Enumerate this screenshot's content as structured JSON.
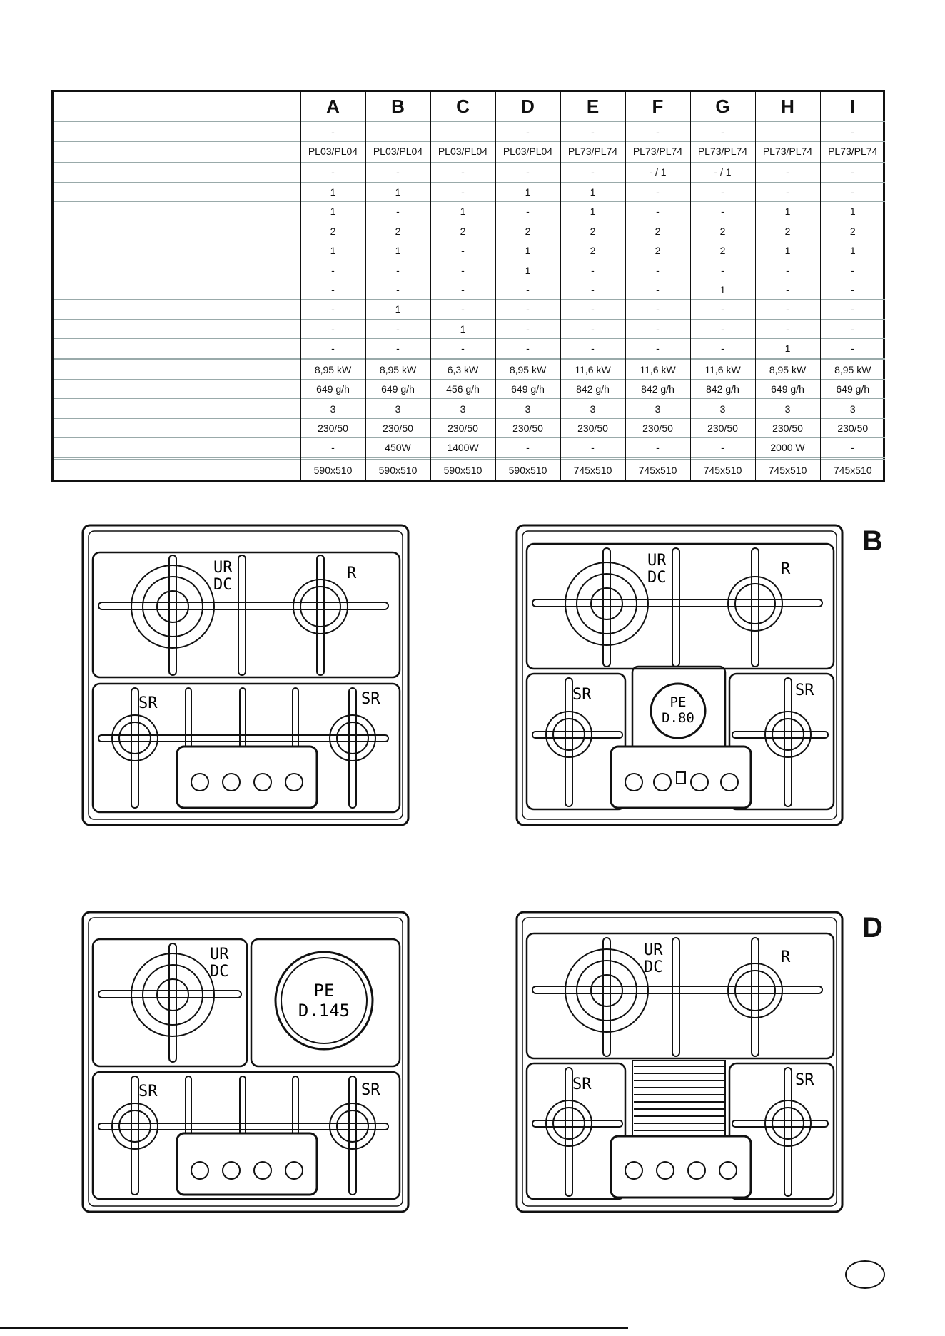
{
  "table": {
    "columns": [
      "A",
      "B",
      "C",
      "D",
      "E",
      "F",
      "G",
      "H",
      "I"
    ],
    "rows": [
      [
        "",
        "",
        "",
        "",
        "",
        "",
        "",
        "",
        ""
      ],
      [
        "-",
        "",
        "",
        "-",
        "-",
        "-",
        "-",
        "",
        "-"
      ],
      [
        "PL03/PL04",
        "PL03/PL04",
        "PL03/PL04",
        "PL03/PL04",
        "PL73/PL74",
        "PL73/PL74",
        "PL73/PL74",
        "PL73/PL74",
        "PL73/PL74"
      ],
      [
        "",
        "",
        "",
        "",
        "",
        "",
        "",
        "",
        ""
      ],
      [
        "-",
        "-",
        "-",
        "-",
        "-",
        "- / 1",
        "- / 1",
        "-",
        "-"
      ],
      [
        "1",
        "1",
        "-",
        "1",
        "1",
        "-",
        "-",
        "-",
        "-"
      ],
      [
        "1",
        "-",
        "1",
        "-",
        "1",
        "-",
        "-",
        "1",
        "1"
      ],
      [
        "2",
        "2",
        "2",
        "2",
        "2",
        "2",
        "2",
        "2",
        "2"
      ],
      [
        "1",
        "1",
        "-",
        "1",
        "2",
        "2",
        "2",
        "1",
        "1"
      ],
      [
        "-",
        "-",
        "-",
        "1",
        "-",
        "-",
        "-",
        "-",
        "-"
      ],
      [
        "-",
        "-",
        "-",
        "-",
        "-",
        "-",
        "1",
        "-",
        "-"
      ],
      [
        "-",
        "1",
        "-",
        "-",
        "-",
        "-",
        "-",
        "-",
        "-"
      ],
      [
        "-",
        "-",
        "1",
        "-",
        "-",
        "-",
        "-",
        "-",
        "-"
      ],
      [
        "-",
        "-",
        "-",
        "-",
        "-",
        "-",
        "-",
        "1",
        "-"
      ],
      [
        "",
        "",
        "",
        "",
        "",
        "",
        "",
        "",
        ""
      ],
      [
        "8,95 kW",
        "8,95 kW",
        "6,3 kW",
        "8,95 kW",
        "11,6 kW",
        "11,6 kW",
        "11,6 kW",
        "8,95 kW",
        "8,95 kW"
      ],
      [
        "649 g/h",
        "649 g/h",
        "456 g/h",
        "649 g/h",
        "842 g/h",
        "842 g/h",
        "842 g/h",
        "649 g/h",
        "649 g/h"
      ],
      [
        "3",
        "3",
        "3",
        "3",
        "3",
        "3",
        "3",
        "3",
        "3"
      ],
      [
        "230/50",
        "230/50",
        "230/50",
        "230/50",
        "230/50",
        "230/50",
        "230/50",
        "230/50",
        "230/50"
      ],
      [
        "-",
        "450W",
        "1400W",
        "-",
        "-",
        "-",
        "-",
        "2000 W",
        "-"
      ],
      [
        "",
        "",
        "",
        "",
        "",
        "",
        "",
        "",
        ""
      ],
      [
        "",
        "",
        "",
        "",
        "",
        "",
        "",
        "",
        ""
      ],
      [
        "590x510",
        "590x510",
        "590x510",
        "590x510",
        "745x510",
        "745x510",
        "745x510",
        "745x510",
        "745x510"
      ]
    ]
  },
  "hobs": {
    "a": {
      "burners": [
        "UR\nDC",
        "R",
        "SR",
        "SR"
      ]
    },
    "b": {
      "tag": "B",
      "burners": [
        "UR\nDC",
        "R",
        "SR",
        "SR"
      ],
      "plate": "PE\nD.80"
    },
    "c": {
      "burners": [
        "UR\nDC",
        "SR",
        "SR"
      ],
      "plate": "PE\nD.145"
    },
    "d": {
      "tag": "D",
      "burners": [
        "UR\nDC",
        "R",
        "SR",
        "SR"
      ]
    }
  },
  "labels": {
    "ur": "UR",
    "dc": "DC",
    "r": "R",
    "sr": "SR",
    "pe": "PE",
    "d80": "D.80",
    "d145": "D.145",
    "tag_b": "B",
    "tag_d": "D"
  }
}
